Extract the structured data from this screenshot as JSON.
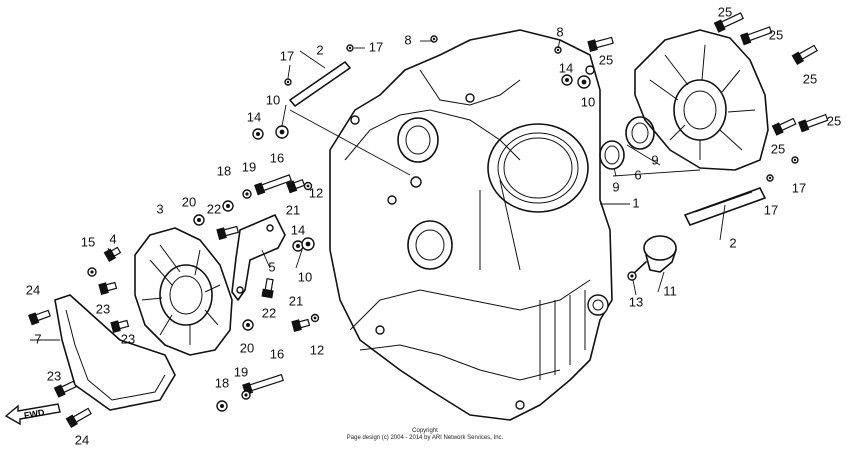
{
  "diagram": {
    "fwd_label": "FWD",
    "callouts": [
      "1",
      "2",
      "2",
      "3",
      "4",
      "5",
      "6",
      "7",
      "8",
      "8",
      "9",
      "9",
      "10",
      "10",
      "10",
      "11",
      "12",
      "12",
      "13",
      "14",
      "14",
      "14",
      "15",
      "16",
      "16",
      "17",
      "17",
      "17",
      "17",
      "18",
      "18",
      "19",
      "19",
      "20",
      "20",
      "21",
      "21",
      "22",
      "22",
      "23",
      "23",
      "23",
      "24",
      "24",
      "25",
      "25",
      "25",
      "25",
      "25",
      "25"
    ]
  },
  "footer": {
    "line1": "Copyright",
    "line2": "Page design (c) 2004 - 2014 by ARI Network Services, Inc."
  },
  "colors": {
    "ink": "#111111",
    "background": "#ffffff"
  }
}
